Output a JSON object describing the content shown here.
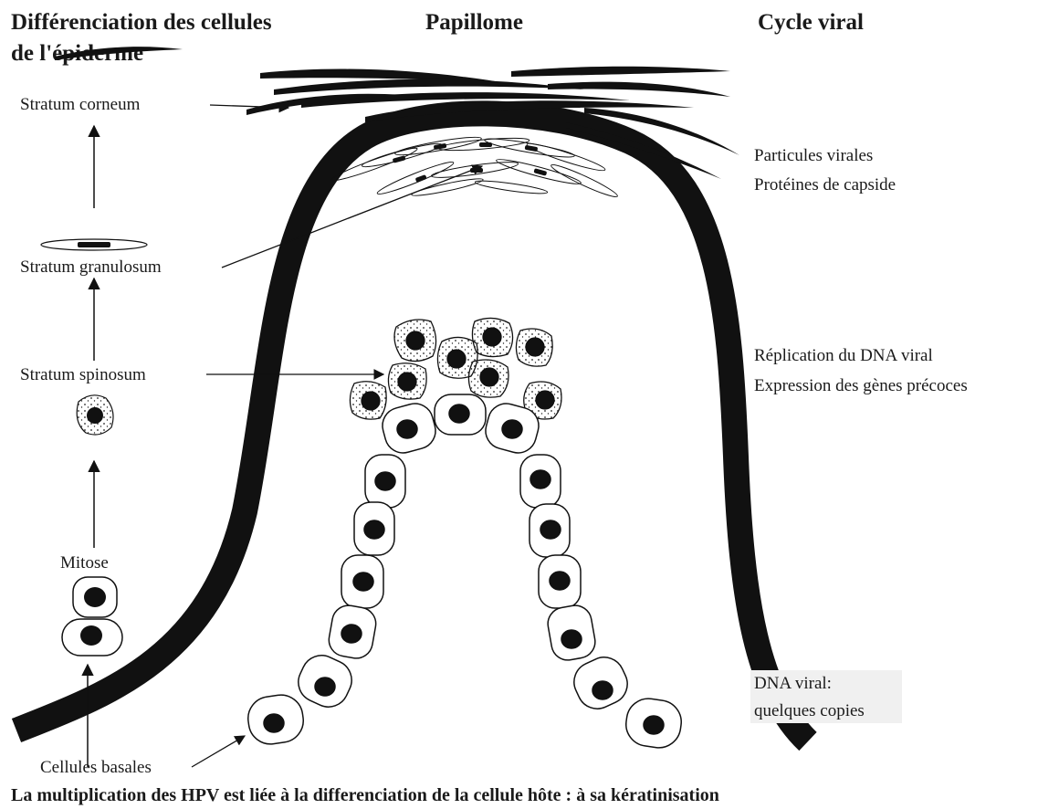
{
  "headers": {
    "left_line1": "Différenciation des cellules",
    "left_line2": "de l'épiderme",
    "center": "Papillome",
    "right": "Cycle viral"
  },
  "left_labels": {
    "corneum": "Stratum corneum",
    "granulosum": "Stratum granulosum",
    "spinosum": "Stratum spinosum",
    "mitose": "Mitose",
    "basales": "Cellules basales"
  },
  "right_labels": {
    "particules": "Particules virales",
    "proteines": "Protéines de capside",
    "replication": "Réplication du DNA viral",
    "expression": "Expression des gènes précoces",
    "dna_line1": "DNA viral:",
    "dna_line2": "quelques copies"
  },
  "caption": "La multiplication des HPV est liée à la differenciation de la cellule hôte : à sa kératinisation"
}
